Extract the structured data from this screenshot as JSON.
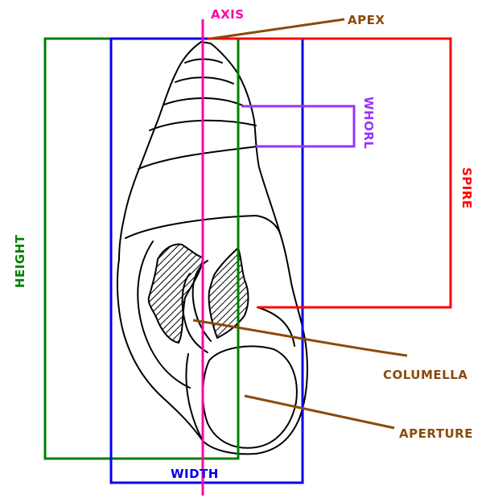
{
  "labels": {
    "axis": "AXIS",
    "apex": "APEX",
    "whorl": "WHORL",
    "spire": "SPIRE",
    "height": "HEIGHT",
    "columella": "COLUMELLA",
    "aperture": "APERTURE",
    "width": "WIDTH"
  },
  "colors": {
    "axis": "#ff00aa",
    "brown": "#8b4a0b",
    "whorl": "#9933ff",
    "spire": "#ff0000",
    "height": "#008000",
    "width": "#0000ee",
    "outline": "#000000"
  }
}
